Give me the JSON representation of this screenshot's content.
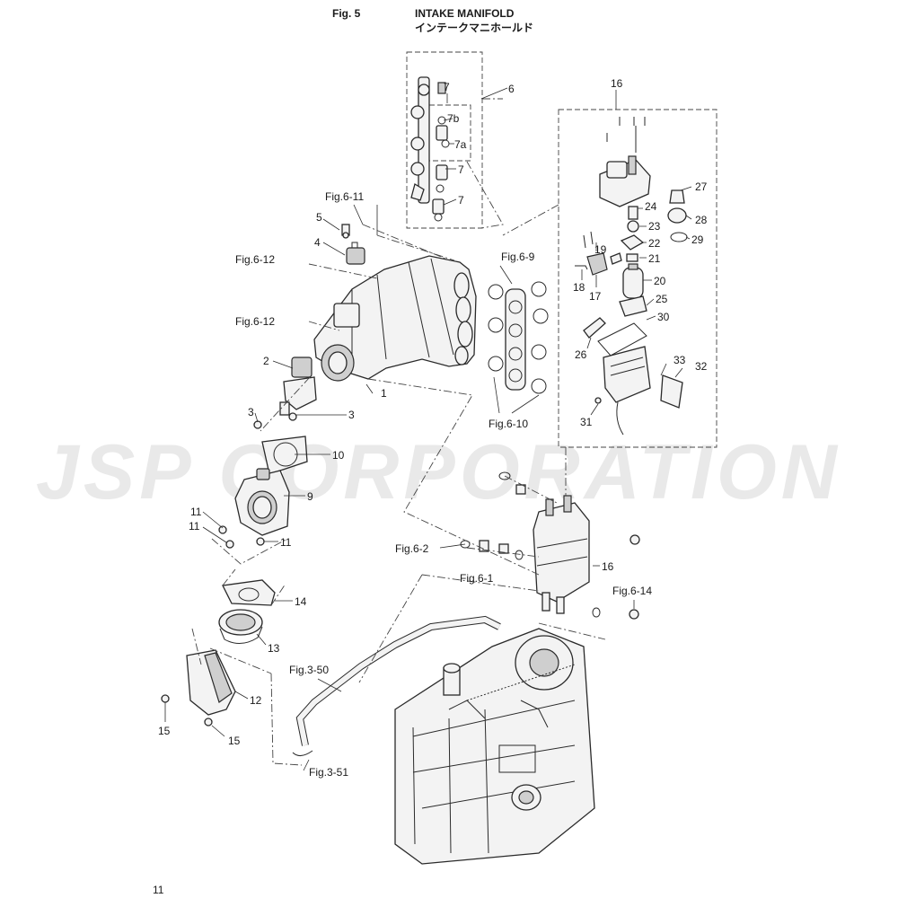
{
  "header": {
    "fig_number": "Fig. 5",
    "title_en": "INTAKE MANIFOLD",
    "title_jp": "インテークマニホールド"
  },
  "watermark": "JSP CORPORATION",
  "page_number": "11",
  "labels": {
    "p1": "1",
    "p2": "2",
    "p3a": "3",
    "p3b": "3",
    "p4": "4",
    "p5": "5",
    "p6": "6",
    "p7a": "7",
    "p7b": "7b",
    "p7c": "7a",
    "p7d": "7",
    "p7e": "7",
    "p9": "9",
    "p10": "10",
    "p11a": "11",
    "p11b": "11",
    "p11c": "11",
    "p12": "12",
    "p13": "13",
    "p14": "14",
    "p15a": "15",
    "p15b": "15",
    "p16a": "16",
    "p16b": "16",
    "p17": "17",
    "p18": "18",
    "p19": "19",
    "p20": "20",
    "p21": "21",
    "p22": "22",
    "p23": "23",
    "p24": "24",
    "p25": "25",
    "p26": "26",
    "p27": "27",
    "p28": "28",
    "p29": "29",
    "p30": "30",
    "p31": "31",
    "p32": "32",
    "p33": "33",
    "r611": "Fig.6-11",
    "r612a": "Fig.6-12",
    "r612b": "Fig.6-12",
    "r69": "Fig.6-9",
    "r610": "Fig.6-10",
    "r62": "Fig.6-2",
    "r61": "Fig.6-1",
    "r614": "Fig.6-14",
    "r350": "Fig.3-50",
    "r351": "Fig.3-51"
  }
}
